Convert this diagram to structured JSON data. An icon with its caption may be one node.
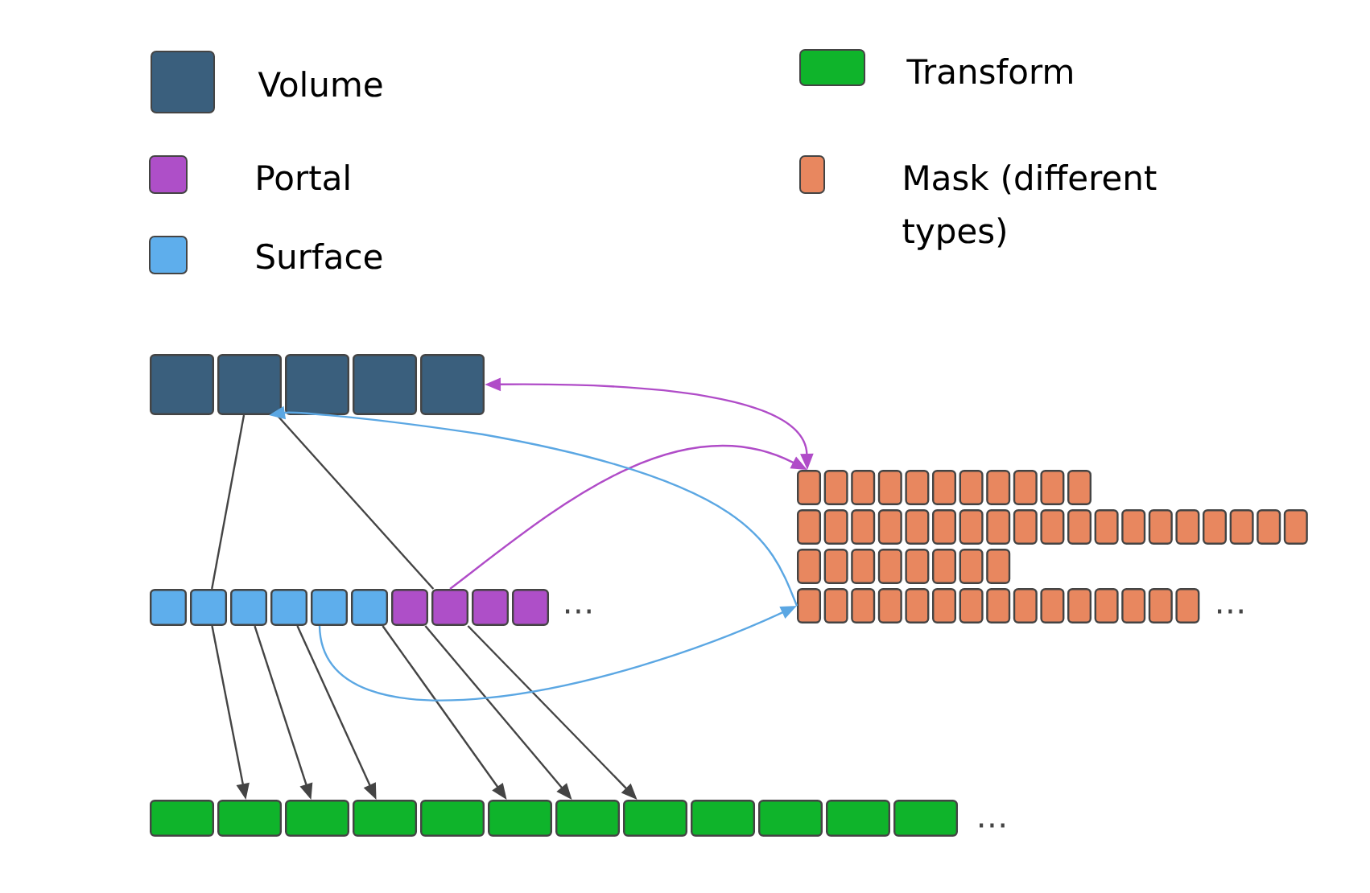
{
  "diagram": {
    "nodes": [
      {
        "text": [],
        "shape": "box"
      },
      {
        "text": [],
        "shape": "box"
      },
      {
        "text": [],
        "shape": "box"
      },
      {
        "text": [],
        "shape": "box"
      },
      {
        "text": [],
        "shape": "box"
      },
      {
        "text": [],
        "shape": "box"
      },
      {
        "text": [],
        "shape": "box"
      },
      {
        "text": [],
        "shape": "box"
      },
      {
        "text": [],
        "shape": "box"
      },
      {
        "text": [],
        "shape": "box"
      },
      {
        "text": [],
        "shape": "box"
      },
      {
        "text": [],
        "shape": "box"
      },
      {
        "text": [],
        "shape": "box"
      },
      {
        "text": [],
        "shape": "box"
      },
      {
        "text": [],
        "shape": "box"
      },
      {
        "text": [],
        "shape": "box"
      },
      {
        "text": [],
        "shape": "box"
      },
      {
        "text": [],
        "shape": "box"
      },
      {
        "text": [],
        "shape": "box"
      },
      {
        "text": [],
        "shape": "box"
      },
      {
        "text": [],
        "shape": "box"
      },
      {
        "text": [],
        "shape": "box"
      },
      {
        "text": [],
        "shape": "box"
      },
      {
        "text": [],
        "shape": "box"
      },
      {
        "text": [],
        "shape": "box"
      },
      {
        "text": [],
        "shape": "box"
      },
      {
        "text": [],
        "shape": "box"
      },
      {
        "text": [],
        "shape": "box"
      },
      {
        "text": [],
        "shape": "box"
      },
      {
        "text": [],
        "shape": "box"
      },
      {
        "text": [],
        "shape": "box"
      },
      {
        "text": [],
        "shape": "box"
      },
      {
        "text": [],
        "shape": "box"
      },
      {
        "text": [],
        "shape": "box"
      },
      {
        "text": [],
        "shape": "box"
      },
      {
        "text": [],
        "shape": "box"
      },
      {
        "text": [],
        "shape": "box"
      },
      {
        "text": [],
        "shape": "box"
      },
      {
        "text": [],
        "shape": "box"
      },
      {
        "text": [],
        "shape": "box"
      },
      {
        "text": [],
        "shape": "box"
      },
      {
        "text": [],
        "shape": "box"
      },
      {
        "text": [],
        "shape": "box"
      },
      {
        "text": [],
        "shape": "box"
      },
      {
        "text": [],
        "shape": "box"
      },
      {
        "text": [],
        "shape": "box"
      },
      {
        "text": [],
        "shape": "box"
      },
      {
        "text": [],
        "shape": "box"
      },
      {
        "text": [],
        "shape": "box"
      },
      {
        "text": [],
        "shape": "box"
      },
      {
        "text": [],
        "shape": "box"
      },
      {
        "text": [],
        "shape": "box"
      },
      {
        "text": [],
        "shape": "box"
      },
      {
        "text": [],
        "shape": "box"
      },
      {
        "text": [],
        "shape": "box"
      },
      {
        "text": [],
        "shape": "box"
      },
      {
        "text": [],
        "shape": "box"
      },
      {
        "text": [],
        "shape": "box"
      },
      {
        "text": [],
        "shape": "box"
      },
      {
        "text": [],
        "shape": "box"
      },
      {
        "text": [],
        "shape": "box"
      },
      {
        "text": [],
        "shape": "box"
      },
      {
        "text": [],
        "shape": "box"
      },
      {
        "text": [],
        "shape": "box"
      },
      {
        "text": [],
        "shape": "box"
      },
      {
        "text": [],
        "shape": "box"
      },
      {
        "text": [],
        "shape": "box"
      },
      {
        "text": [],
        "shape": "box"
      },
      {
        "text": [],
        "shape": "box"
      },
      {
        "text": [],
        "shape": "box"
      },
      {
        "text": [],
        "shape": "box"
      },
      {
        "text": [],
        "shape": "box"
      },
      {
        "text": [],
        "shape": "box"
      },
      {
        "text": [],
        "shape": "box"
      },
      {
        "text": [],
        "shape": "box"
      },
      {
        "text": [],
        "shape": "box"
      },
      {
        "text": [],
        "shape": "box"
      },
      {
        "text": [],
        "shape": "box"
      },
      {
        "text": [],
        "shape": "box"
      },
      {
        "text": [],
        "shape": "box"
      }
    ],
    "edges": [
      {
        "from": 1,
        "to": 6,
        "arrow": "none"
      },
      {
        "from": 1,
        "to": 12,
        "arrow": "none"
      },
      {
        "from": 6,
        "to": 16,
        "arrow": "to"
      },
      {
        "from": 7,
        "to": 17,
        "arrow": "to"
      },
      {
        "from": 8,
        "to": 18,
        "arrow": "to"
      },
      {
        "from": 10,
        "to": 20,
        "arrow": "to"
      },
      {
        "from": 11,
        "to": 21,
        "arrow": "to"
      },
      {
        "from": 12,
        "to": 22,
        "arrow": "to"
      },
      {
        "from": 12,
        "to": 27,
        "arrow": "to",
        "color": "#b04cc8"
      },
      {
        "from": 4,
        "to": 27,
        "arrow": "both",
        "color": "#b04cc8"
      },
      {
        "from": 9,
        "to": 65,
        "arrow": "to",
        "color": "#5ba7e3"
      },
      {
        "from": 65,
        "to": 1,
        "arrow": "to",
        "color": "#5ba7e3"
      }
    ],
    "labels": [
      "…",
      "…",
      "…"
    ],
    "legend": [
      {
        "text": "Volume",
        "color": "#3a5f7d"
      },
      {
        "text": "Portal",
        "color": "#ae4fc8"
      },
      {
        "text": "Surface",
        "color": "#5eaeec"
      },
      {
        "text": "Transform",
        "color": "#0fb42b"
      },
      {
        "text": "Mask (different types)",
        "color": "#e8875f"
      }
    ]
  }
}
